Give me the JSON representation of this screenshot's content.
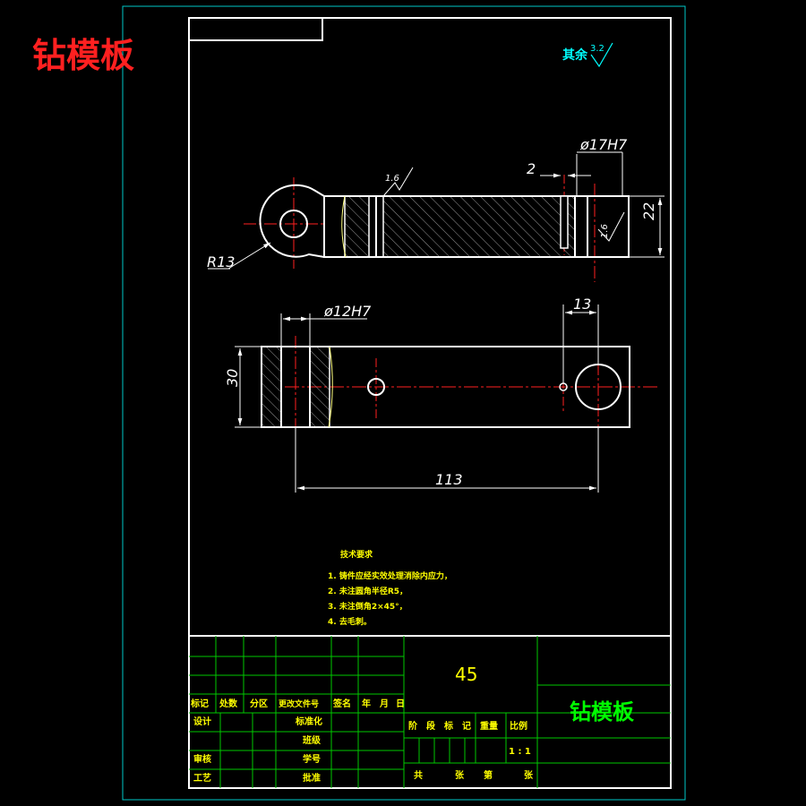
{
  "title_corner": "钻模板",
  "roughness": {
    "prefix": "其余",
    "value": "3.2"
  },
  "views": {
    "top": {
      "dims": {
        "bore": "ø17H7",
        "groove": "2",
        "height": "22",
        "radius": "R13"
      },
      "finish": [
        "1.6",
        "1.6"
      ]
    },
    "front": {
      "dims": {
        "bore": "ø12H7",
        "height": "30",
        "hole_offset": "13",
        "center_distance": "113"
      }
    }
  },
  "tech_req": {
    "title": "技术要求",
    "items": [
      "1. 铸件应经实效处理消除内应力，",
      "2. 未注圆角半径R5，",
      "3. 未注倒角2×45°，",
      "4. 去毛刺。"
    ]
  },
  "title_block": {
    "material": "45",
    "part_name": "钻模板",
    "rev_headers": [
      "标记",
      "处数",
      "分区",
      "更改文件号",
      "签名",
      "年",
      "月",
      "日"
    ],
    "left_rows": [
      "设计",
      "审核",
      "工艺"
    ],
    "mid_rows": [
      "标准化",
      "班级",
      "学号",
      "批准"
    ],
    "stage_headers": [
      "阶",
      "段",
      "标",
      "记",
      "重量",
      "比例"
    ],
    "scale": "1 : 1",
    "sheet": [
      "共",
      "张",
      "第",
      "张"
    ]
  },
  "colors": {
    "background": "#000000",
    "outline": "#ffffff",
    "center": "#ff0000",
    "hatch": "#d8d8d8",
    "frame": "#00c8c8",
    "text_yellow": "#ffff00",
    "text_green": "#00ff00",
    "title_red": "#ff2020"
  }
}
